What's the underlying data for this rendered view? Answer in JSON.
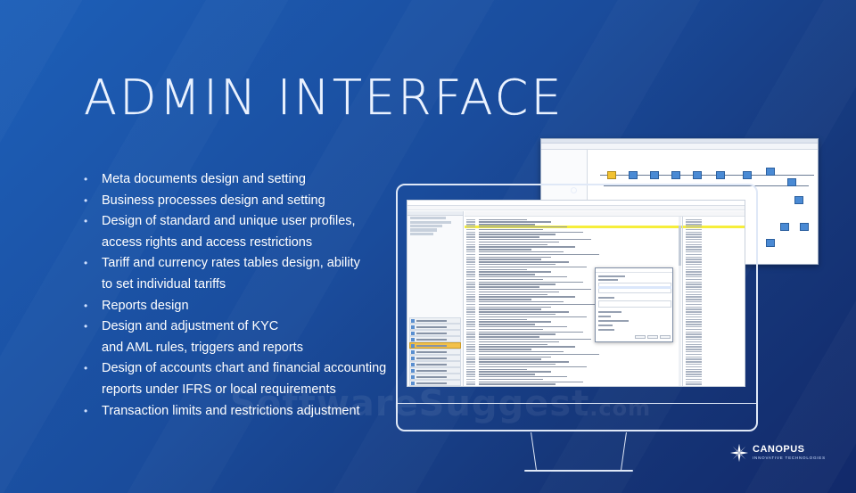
{
  "slide": {
    "title": "ADMIN INTERFACE",
    "features": [
      {
        "line1": "Meta documents design and setting",
        "line2": ""
      },
      {
        "line1": "Business processes design and setting",
        "line2": ""
      },
      {
        "line1": "Design of standard and unique user profiles,",
        "line2": "access rights and access restrictions"
      },
      {
        "line1": "Tariff and currency rates tables design, ability",
        "line2": "to set individual tariffs"
      },
      {
        "line1": "Reports design",
        "line2": ""
      },
      {
        "line1": "Design and adjustment of KYC",
        "line2": "and AML rules, triggers and reports"
      },
      {
        "line1": "Design of accounts chart and financial accounting",
        "line2": "reports under IFRS or local requirements"
      },
      {
        "line1": "Transaction limits and restrictions adjustment",
        "line2": ""
      }
    ],
    "bullet_glyph": "•"
  },
  "watermark": {
    "text": "SoftwareSuggest",
    "suffix": ".com"
  },
  "logo": {
    "name": "CANOPUS",
    "tagline": "INNOVATIVE TECHNOLOGIES",
    "icon": "star-logo-icon"
  },
  "colors": {
    "accent": "#f2c14b",
    "highlight": "#f6ee3a",
    "background": "#1a4c9c"
  }
}
